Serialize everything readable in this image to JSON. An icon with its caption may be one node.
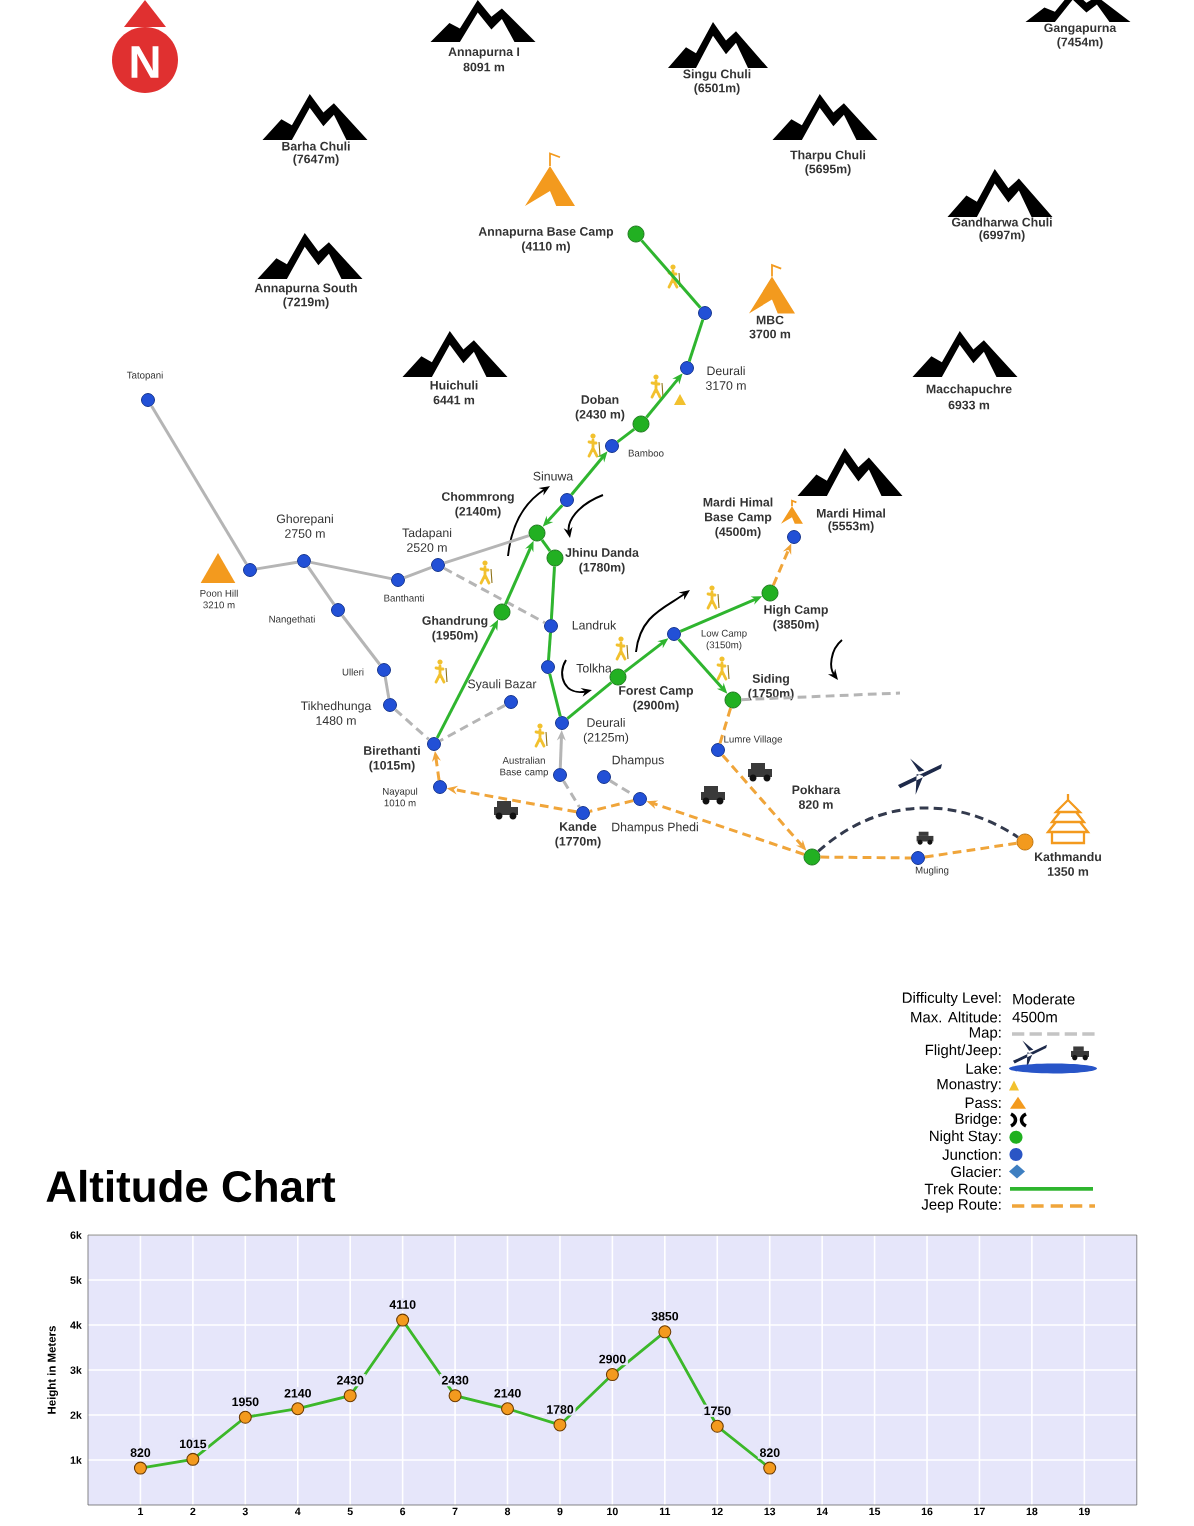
{
  "diagram": {
    "nodes": [
      {
        "text": [
          "Tatopani"
        ]
      },
      {
        "text": [],
        "shape": "circle"
      },
      {
        "text": [
          "Poon Hill",
          "3210 m"
        ]
      },
      {
        "text": [
          "Ghorepani",
          "2750 m"
        ]
      },
      {
        "text": [
          "Nangethati"
        ]
      },
      {
        "text": [
          "Banthanti"
        ]
      },
      {
        "text": [
          "Tadapani",
          "2520 m"
        ]
      },
      {
        "text": [
          "Ulleri"
        ]
      },
      {
        "text": [
          "Tikhedhunga",
          "1480 m"
        ]
      },
      {
        "text": [
          "Birethanti",
          "(1015m)"
        ]
      },
      {
        "text": [
          "Nayapul",
          "1010 m"
        ]
      },
      {
        "text": [
          "Ghandrung",
          "(1950m)"
        ]
      },
      {
        "text": [
          "Chommrong",
          "(2140m)"
        ]
      },
      {
        "text": [
          "Sinuwa"
        ]
      },
      {
        "text": [
          "Bamboo"
        ]
      },
      {
        "text": [
          "Doban",
          "(2430 m)"
        ]
      },
      {
        "text": [
          "Deurali",
          "3170 m"
        ]
      },
      {
        "text": [],
        "shape": "circle"
      },
      {
        "text": [
          "Annapurna Base Camp",
          "(4110 m)"
        ]
      },
      {
        "text": [
          "Jhinu Danda",
          "(1780m)"
        ]
      },
      {
        "text": [
          "Landruk"
        ]
      },
      {
        "text": [
          "Tolkha"
        ]
      },
      {
        "text": [
          "Syauli Bazar"
        ]
      },
      {
        "text": [
          "Deurali",
          "(2125m)"
        ]
      },
      {
        "text": [
          "Australian Base camp"
        ]
      },
      {
        "text": [
          "Dhampus"
        ]
      },
      {
        "text": [
          "Kande",
          "(1770m)"
        ]
      },
      {
        "text": [
          "Dhampus Phedi"
        ]
      },
      {
        "text": [
          "Forest Camp",
          "(2900m)"
        ]
      },
      {
        "text": [
          "Low Camp",
          "(3150m)"
        ]
      },
      {
        "text": [
          "High Camp",
          "(3850m)"
        ]
      },
      {
        "text": [
          "Mardi Himal Base Camp",
          "(4500m)"
        ]
      },
      {
        "text": [
          "Siding",
          "(1750m)"
        ]
      },
      {
        "text": [
          "Lumre Village"
        ]
      },
      {
        "text": [
          "Pokhara",
          "820 m"
        ]
      },
      {
        "text": [
          "Mugling"
        ]
      },
      {
        "text": [
          "Kathmandu",
          "1350 m"
        ]
      }
    ],
    "edges": [
      {
        "from": 0,
        "to": 1,
        "arrow": "none",
        "color": "#b5b5b5"
      },
      {
        "from": 1,
        "to": 3,
        "arrow": "none",
        "color": "#b5b5b5"
      },
      {
        "from": 3,
        "to": 5,
        "arrow": "none",
        "color": "#b5b5b5"
      },
      {
        "from": 5,
        "to": 6,
        "arrow": "none",
        "color": "#b5b5b5"
      },
      {
        "from": 6,
        "to": 12,
        "arrow": "none",
        "color": "#b5b5b5"
      },
      {
        "from": 3,
        "to": 4,
        "arrow": "none",
        "color": "#b5b5b5"
      },
      {
        "from": 4,
        "to": 7,
        "arrow": "none",
        "color": "#b5b5b5"
      },
      {
        "from": 7,
        "to": 8,
        "arrow": "none",
        "color": "#b5b5b5"
      },
      {
        "from": 8,
        "to": 9,
        "arrow": "none",
        "style": "dashed",
        "color": "#b5b5b5"
      },
      {
        "from": 6,
        "to": 20,
        "arrow": "none",
        "style": "dashed",
        "color": "#b5b5b5"
      },
      {
        "from": 24,
        "to": 26,
        "arrow": "none",
        "style": "dashed",
        "color": "#b5b5b5"
      },
      {
        "from": 25,
        "to": 27,
        "arrow": "none",
        "style": "dashed",
        "color": "#b5b5b5"
      },
      {
        "from": 24,
        "to": 23,
        "arrow": "to",
        "color": "#b5b5b5"
      },
      {
        "from": 32,
        "to": null,
        "arrow": "none",
        "style": "dashed",
        "color": "#b5b5b5"
      },
      {
        "from": 9,
        "to": 11,
        "arrow": "to"
      },
      {
        "from": 11,
        "to": 12,
        "arrow": "to"
      },
      {
        "from": 13,
        "to": 12,
        "arrow": "to"
      },
      {
        "from": 13,
        "to": 14,
        "arrow": "to"
      },
      {
        "from": 14,
        "to": 15,
        "arrow": "none"
      },
      {
        "from": 15,
        "to": 16,
        "arrow": "to"
      },
      {
        "from": 16,
        "to": 17,
        "arrow": "none"
      },
      {
        "from": 17,
        "to": 18,
        "arrow": "none"
      },
      {
        "from": 12,
        "to": 19,
        "arrow": "none"
      },
      {
        "from": 19,
        "to": 20,
        "arrow": "none"
      },
      {
        "from": 20,
        "to": 21,
        "arrow": "none"
      },
      {
        "from": 21,
        "to": 23,
        "arrow": "none"
      },
      {
        "from": 23,
        "to": 28,
        "arrow": "none"
      },
      {
        "from": 28,
        "to": 29,
        "arrow": "to"
      },
      {
        "from": 29,
        "to": 30,
        "arrow": "to"
      },
      {
        "from": 29,
        "to": 32,
        "arrow": "to"
      },
      {
        "from": 10,
        "to": 9,
        "arrow": "to",
        "style": "dashed",
        "color": "#f0a53a"
      },
      {
        "from": 26,
        "to": 10,
        "arrow": "to",
        "style": "dashed",
        "color": "#f0a53a"
      },
      {
        "from": 27,
        "to": 26,
        "arrow": "none",
        "style": "dashed",
        "color": "#f0a53a"
      },
      {
        "from": 34,
        "to": 27,
        "arrow": "to",
        "style": "dashed",
        "color": "#f0a53a"
      },
      {
        "from": 32,
        "to": 33,
        "arrow": "none",
        "style": "dashed",
        "color": "#f0a53a"
      },
      {
        "from": 33,
        "to": 34,
        "arrow": "to",
        "style": "dashed",
        "color": "#f0a53a"
      },
      {
        "from": 30,
        "to": 31,
        "arrow": "to",
        "style": "dashed",
        "color": "#f0a53a"
      },
      {
        "from": 34,
        "to": 35,
        "arrow": "none",
        "style": "dashed",
        "color": "#f0a53a"
      },
      {
        "from": 35,
        "to": 36,
        "arrow": "none",
        "style": "dashed",
        "color": "#f0a53a"
      },
      {
        "from": 34,
        "to": 36,
        "arrow": "none",
        "style": "dashed",
        "color": "#333a4d"
      },
      {
        "from": 22,
        "to": 9,
        "arrow": "none",
        "style": "dashed",
        "color": "#b5b5b5"
      }
    ],
    "labels": [
      "N",
      "Annapurna I",
      "8091 m",
      "Gangapurna",
      "(7454m)",
      "Singu Chuli",
      "(6501m)",
      "Barha Chuli",
      "(7647m)",
      "Tharpu Chuli",
      "(5695m)",
      "Gandharwa Chuli",
      "(6997m)",
      "Annapurna South",
      "(7219m)",
      "MBC",
      "3700 m",
      "Huichuli",
      "6441 m",
      "Macchapuchre",
      "6933 m",
      "Mardi Himal",
      "(5553m)",
      "Difficulty Level:",
      "Moderate",
      "Max. Altitude:",
      "4500m"
    ],
    "legend": [
      {
        "text": "Map:"
      },
      {
        "text": "Flight/Jeep:"
      },
      {
        "text": "Lake:",
        "color": "#2855c8"
      },
      {
        "text": "Monastry:"
      },
      {
        "text": "Pass:"
      },
      {
        "text": "Bridge:"
      },
      {
        "text": "Night Stay:",
        "color": "#1fb01f"
      },
      {
        "text": "Junction:",
        "color": "#2a55c5"
      },
      {
        "text": "Glacier:"
      },
      {
        "text": "Trek Route:"
      },
      {
        "text": "Jeep Route:"
      }
    ],
    "chart_data": {
      "type": "line",
      "title": "Altitude Chart",
      "ylabel": "Height in Meters",
      "x": [
        1,
        2,
        3,
        4,
        5,
        6,
        7,
        8,
        9,
        10,
        11,
        12,
        13
      ],
      "series": [
        {
          "color": "#3cb82a",
          "marker": "circle",
          "values": [
            820,
            1015,
            1950,
            2140,
            2430,
            4110,
            2430,
            2140,
            1780,
            2900,
            3850,
            1750,
            820
          ]
        }
      ],
      "xlim": [
        0,
        20
      ],
      "ylim": [
        0,
        6000
      ],
      "xticks": [
        1,
        2,
        3,
        4,
        5,
        6,
        7,
        8,
        9,
        10,
        11,
        12,
        13,
        14,
        15,
        16,
        17,
        18,
        19
      ],
      "yticks": [
        {
          "value": 1000,
          "label": "1k"
        },
        {
          "value": 2000,
          "label": "2k"
        },
        {
          "value": 3000,
          "label": "3k"
        },
        {
          "value": 4000,
          "label": "4k"
        },
        {
          "value": 5000,
          "label": "5k"
        },
        {
          "value": 6000,
          "label": "6k"
        }
      ],
      "grid": true,
      "data_labels": true
    }
  }
}
